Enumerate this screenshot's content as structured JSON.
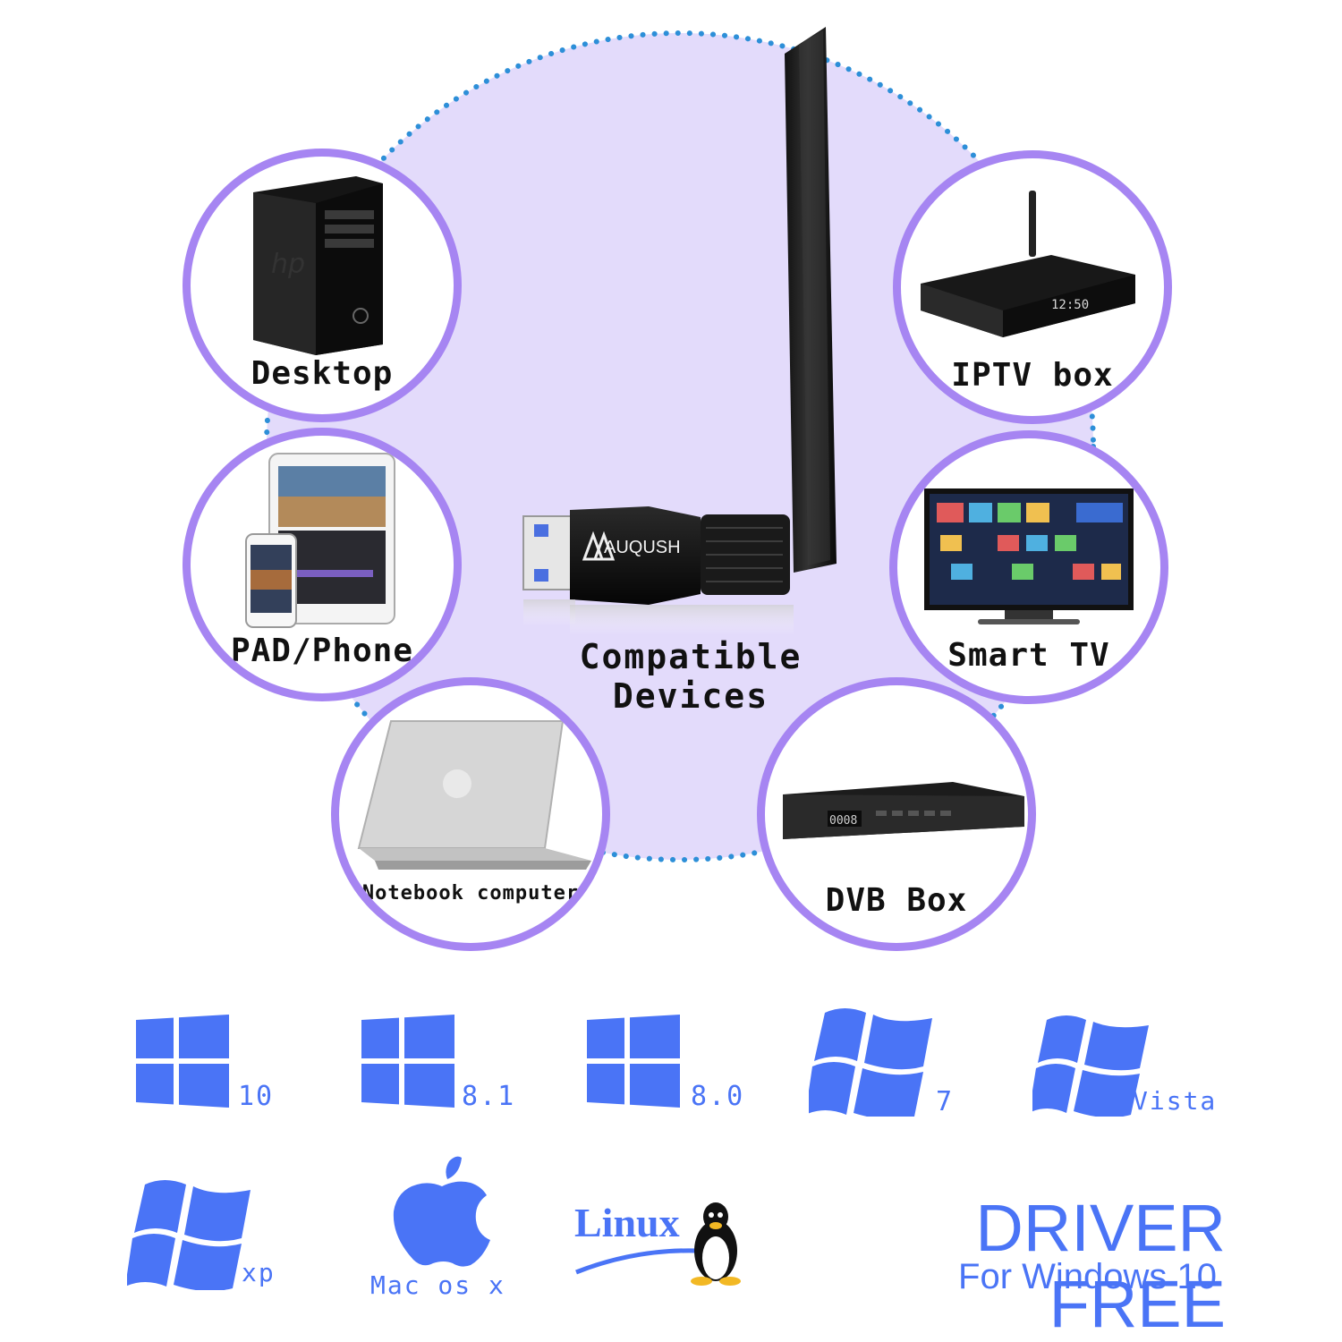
{
  "center_title": "Compatible Devices",
  "dongle": {
    "brand": "AUQUSH"
  },
  "devices": {
    "desktop": {
      "label": "Desktop"
    },
    "iptv": {
      "label": "IPTV box",
      "display": "12:50"
    },
    "pad": {
      "label": "PAD/Phone"
    },
    "tv": {
      "label": "Smart TV"
    },
    "notebook": {
      "label": "Notebook computer"
    },
    "dvb": {
      "label": "DVB Box",
      "display": "0008"
    }
  },
  "os": {
    "win10": "10",
    "win81": "8.1",
    "win80": "8.0",
    "win7": "7",
    "vista": "Vista",
    "xp": "xp",
    "mac": "Mac os x",
    "linux": "Linux"
  },
  "driver": {
    "title": "DRIVER FREE",
    "subtitle": "For Windows 10"
  },
  "colors": {
    "accent_ring": "#a685f2",
    "disc": "#e3dbfb",
    "os_blue": "#4a74f6",
    "dots": "#2d8fd8"
  }
}
